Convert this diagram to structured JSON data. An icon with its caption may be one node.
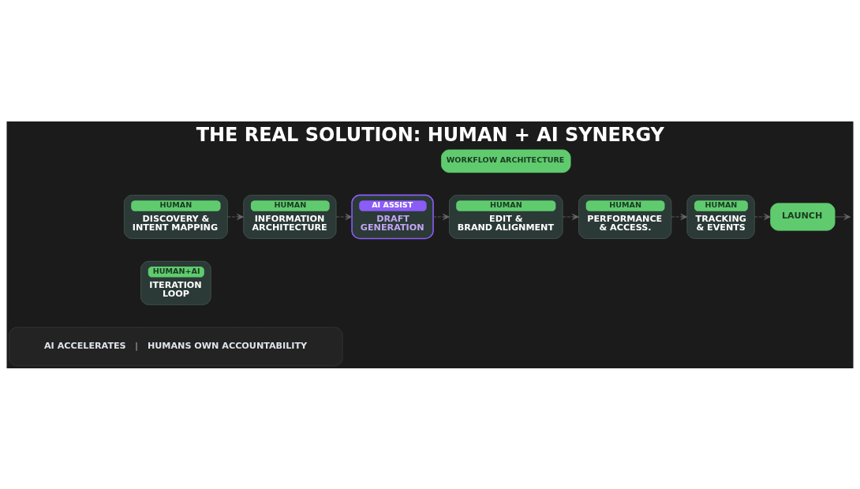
{
  "diagram": {
    "title": "THE REAL SOLUTION: HUMAN + AI SYNERGY",
    "nodes": [
      {
        "text": [
          "WORKFLOW ARCHITECTURE"
        ]
      },
      {
        "text": [
          "HUMAN",
          "DISCOVERY & INTENT MAPPING"
        ]
      },
      {
        "text": [
          "HUMAN",
          "INFORMATION ARCHITECTURE"
        ]
      },
      {
        "text": [
          "AI ASSIST",
          "DRAFT GENERATION"
        ]
      },
      {
        "text": [
          "HUMAN",
          "EDIT & BRAND ALIGNMENT"
        ]
      },
      {
        "text": [
          "HUMAN",
          "PERFORMANCE & ACCESS."
        ]
      },
      {
        "text": [
          "HUMAN",
          "TRACKING & EVENTS"
        ]
      },
      {
        "text": [
          "LAUNCH"
        ]
      },
      {
        "text": [
          "HUMAN+AI",
          "ITERATION LOOP"
        ]
      },
      {
        "text": [
          "AI ACCELERATES",
          "|",
          "HUMANS OWN ACCOUNTABILITY"
        ]
      }
    ],
    "edges": [
      {
        "from": 1,
        "to": 2,
        "arrow": "to",
        "style": "dashed"
      },
      {
        "from": 2,
        "to": 3,
        "arrow": "to",
        "style": "dashed"
      },
      {
        "from": 3,
        "to": 4,
        "arrow": "to",
        "style": "dashed"
      },
      {
        "from": 4,
        "to": 5,
        "arrow": "to",
        "style": "dashed"
      },
      {
        "from": 5,
        "to": 6,
        "arrow": "to",
        "style": "dashed"
      },
      {
        "from": 6,
        "to": 7,
        "arrow": "to",
        "style": "dashed"
      },
      {
        "from": 7,
        "to": null,
        "arrow": "to"
      }
    ]
  }
}
